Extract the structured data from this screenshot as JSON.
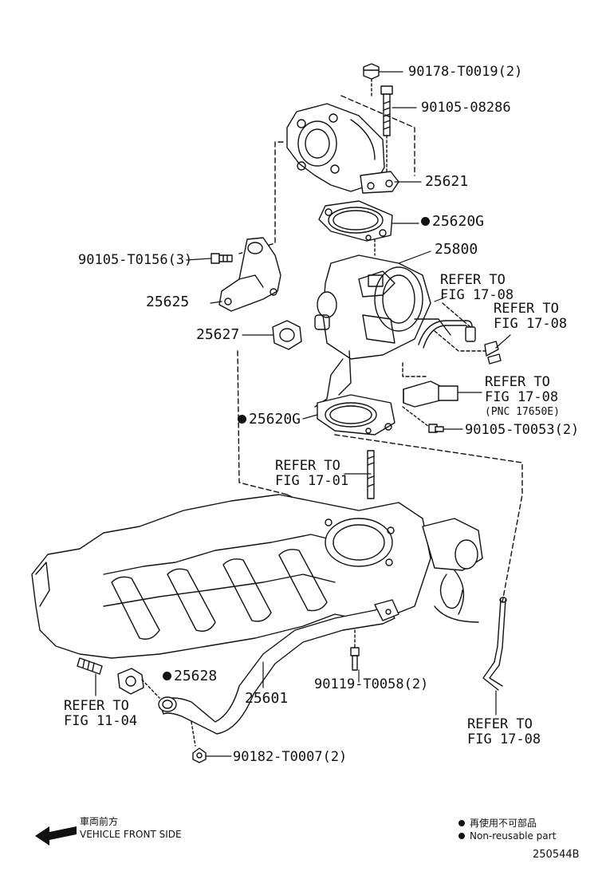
{
  "callouts": {
    "p90178": "90178-T0019(2)",
    "p90105_08286": "90105-08286",
    "p25621": "25621",
    "p25620G_top": "25620G",
    "p25800": "25800",
    "p90105_T0156": "90105-T0156(3)",
    "p25625": "25625",
    "p25627": "25627",
    "p25620G_bottom": "25620G",
    "p90105_T0053": "90105-T0053(2)",
    "p25628": "25628",
    "p25601": "25601",
    "p90119": "90119-T0058(2)",
    "p90182": "90182-T0007(2)"
  },
  "refers": {
    "r1": {
      "line1": "REFER TO",
      "line2": "FIG 17-08"
    },
    "r2": {
      "line1": "REFER TO",
      "line2": "FIG 17-08"
    },
    "r3": {
      "line1": "REFER TO",
      "line2": "FIG 17-08",
      "line3": "(PNC 17650E)"
    },
    "r4": {
      "line1": "REFER TO",
      "line2": "FIG 17-01"
    },
    "r5": {
      "line1": "REFER TO",
      "line2": "FIG 11-04"
    },
    "r6": {
      "line1": "REFER TO",
      "line2": "FIG 17-08"
    }
  },
  "front": {
    "jp": "車両前方",
    "en": "VEHICLE FRONT SIDE"
  },
  "legend": {
    "jp": "再使用不可部品",
    "en": "Non-reusable part"
  },
  "diagram_id": "250544B"
}
